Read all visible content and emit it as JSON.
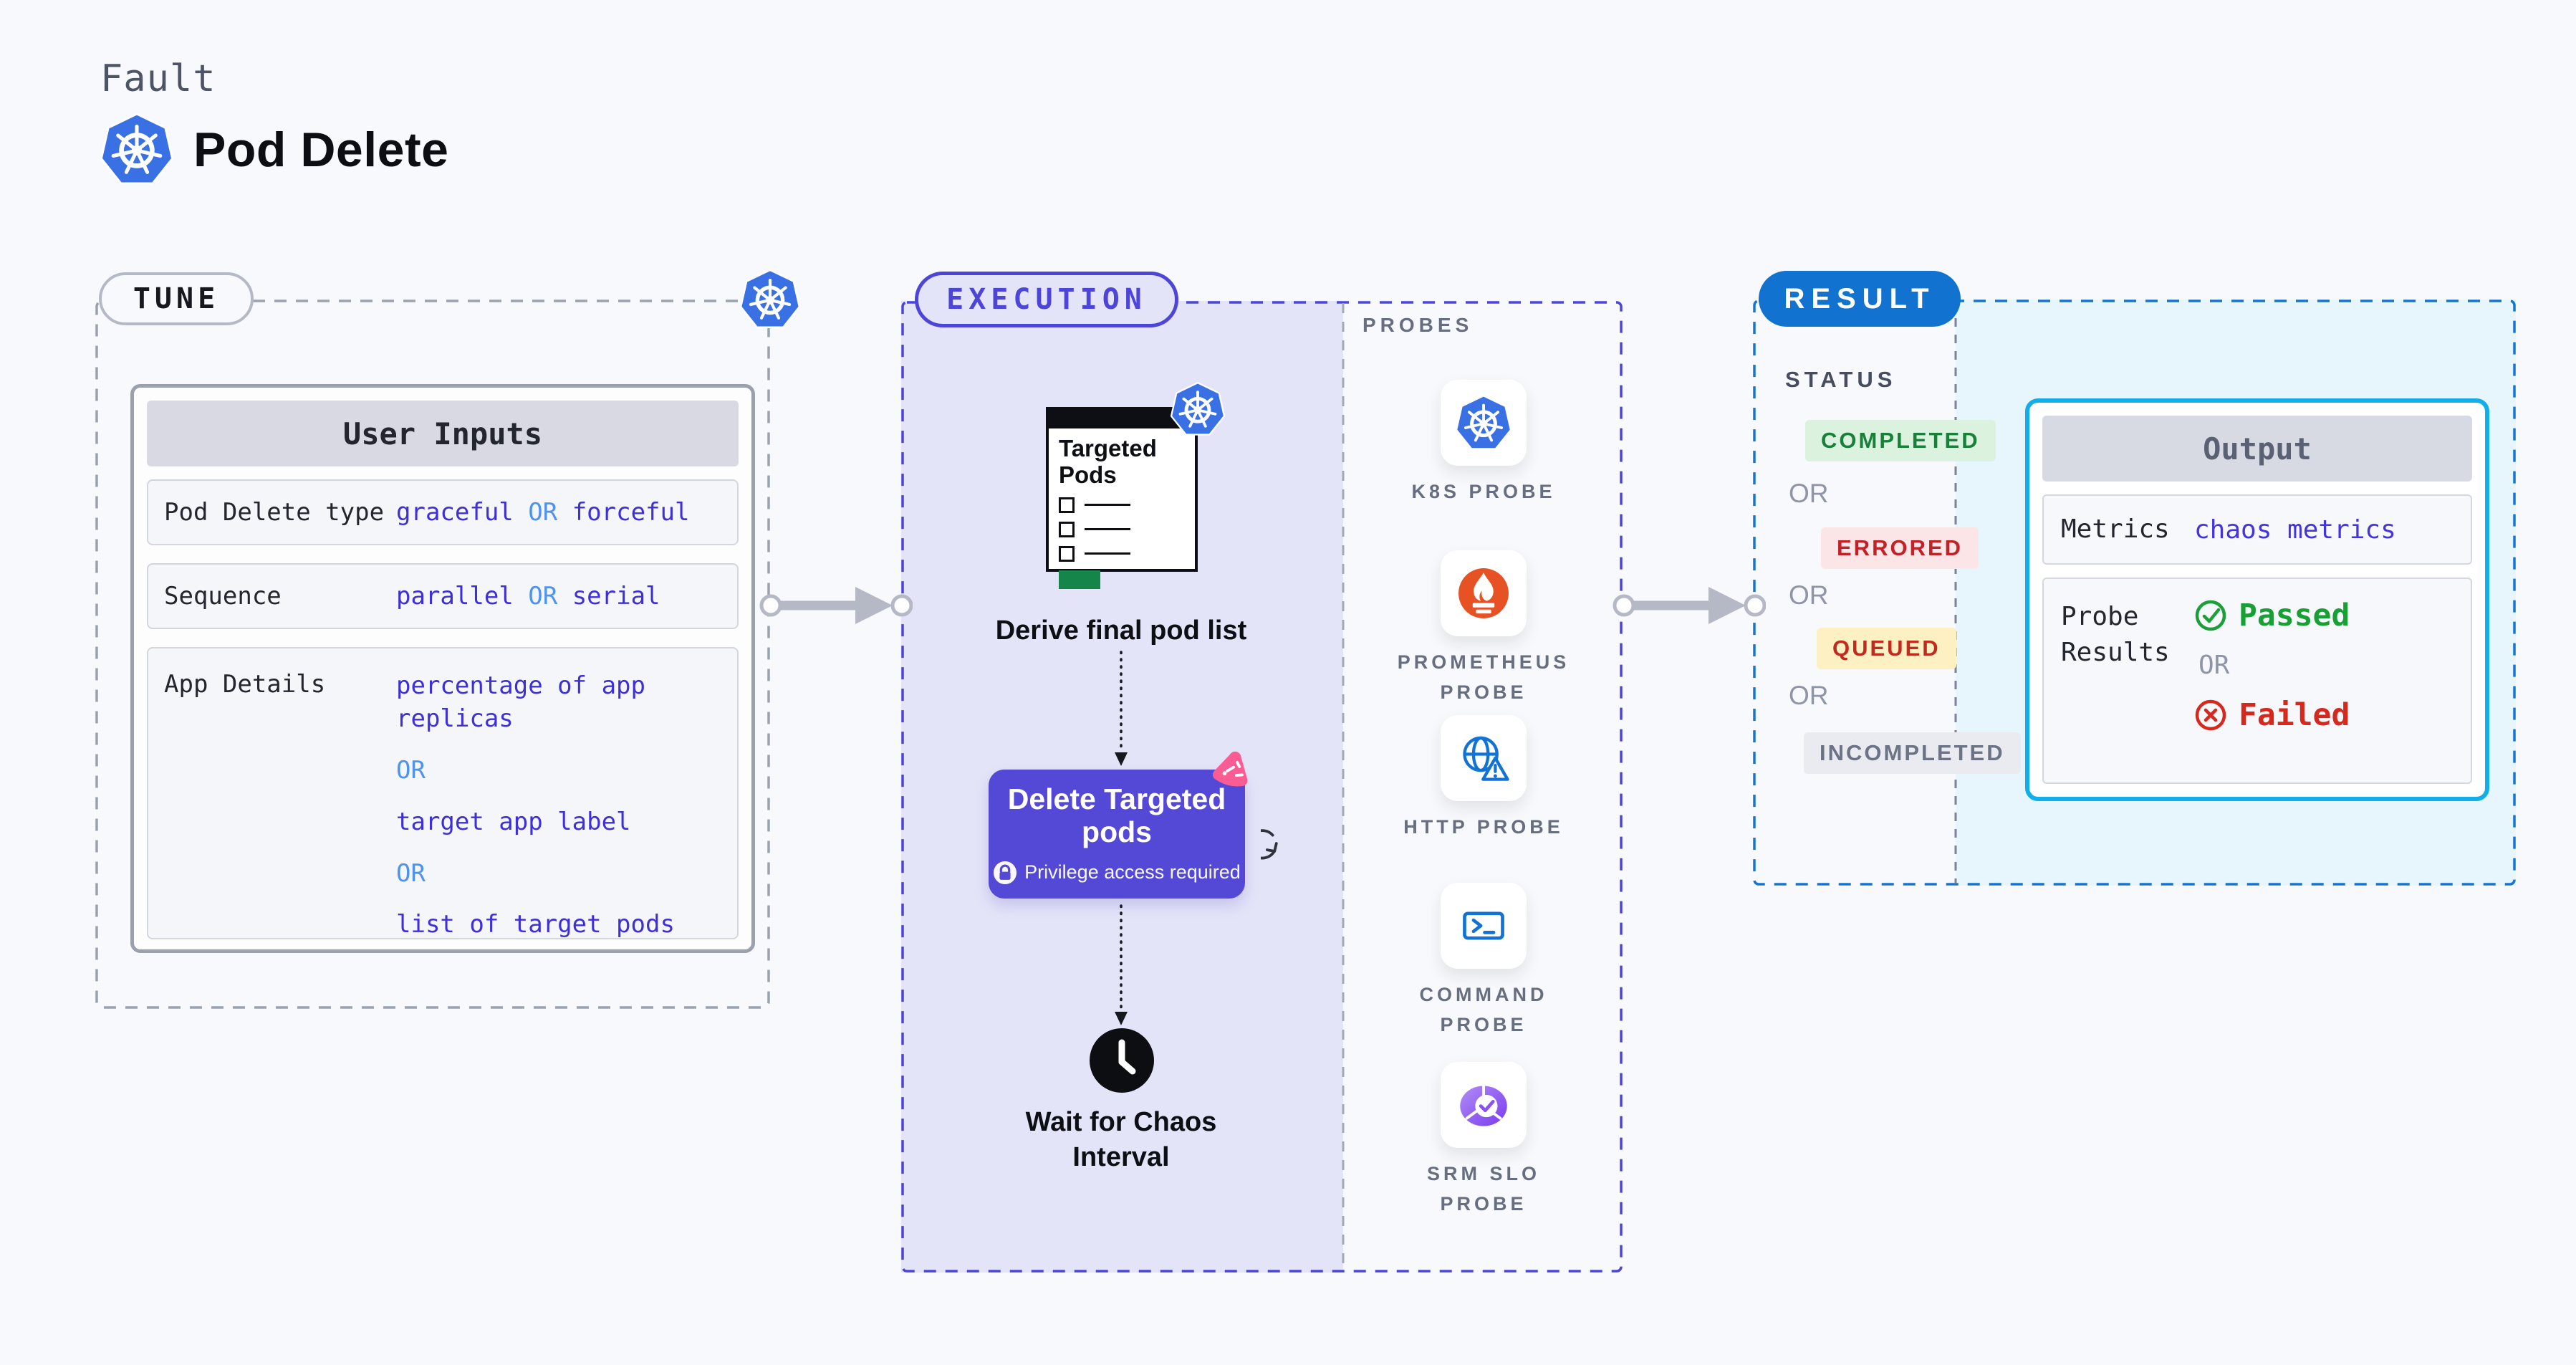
{
  "header": {
    "eyebrow": "Fault",
    "title": "Pod Delete"
  },
  "tune": {
    "badge": "TUNE",
    "card_title": "User Inputs",
    "rows": [
      {
        "label": "Pod Delete type",
        "value_a": "graceful",
        "or": "OR",
        "value_b": "forceful"
      },
      {
        "label": "Sequence",
        "value_a": "parallel",
        "or": "OR",
        "value_b": "serial"
      },
      {
        "label": "App Details",
        "lines": [
          "percentage of app replicas",
          "OR",
          "target app label",
          "OR",
          "list of target pods"
        ]
      }
    ]
  },
  "execution": {
    "badge": "EXECUTION",
    "targeted": {
      "title": "Targeted Pods",
      "caption": "Derive final pod list"
    },
    "delete": {
      "title": "Delete Targeted pods",
      "note": "Privilege access required"
    },
    "wait": {
      "caption": "Wait for Chaos Interval"
    },
    "probes": {
      "heading": "PROBES",
      "items": [
        {
          "label": "K8S PROBE",
          "icon": "kubernetes-icon"
        },
        {
          "label": "PROMETHEUS PROBE",
          "icon": "prometheus-icon"
        },
        {
          "label": "HTTP PROBE",
          "icon": "globe-warning-icon"
        },
        {
          "label": "COMMAND PROBE",
          "icon": "terminal-icon"
        },
        {
          "label": "SRM SLO PROBE",
          "icon": "slo-donut-check-icon"
        }
      ]
    }
  },
  "result": {
    "badge": "RESULT",
    "status": {
      "heading": "STATUS",
      "separator": "OR",
      "badges": [
        {
          "label": "COMPLETED",
          "type": "success"
        },
        {
          "label": "ERRORED",
          "type": "error"
        },
        {
          "label": "QUEUED",
          "type": "warning"
        },
        {
          "label": "INCOMPLETED",
          "type": "neutral"
        }
      ]
    },
    "output": {
      "card_title": "Output",
      "metrics_label": "Metrics",
      "metrics_value": "chaos metrics",
      "probe_label": "Probe Results",
      "passed": "Passed",
      "or": "OR",
      "failed": "Failed"
    }
  },
  "colors": {
    "indigo_accent": "#4d44d8",
    "button_indigo": "#5448d6",
    "result_blue": "#1173cf",
    "output_cyan": "#12aee9",
    "lavender_bg": "#e4e4f8",
    "light_blue_bg": "#e7f5fd",
    "value_text": "#3e2fd9",
    "or_text": "#4f93f0",
    "passed_green": "#17a034",
    "failed_red": "#d6281c",
    "queued_bg": "#fdf0c2",
    "completed_bg": "#dbf2df",
    "errored_bg": "#fbe5e6",
    "incompleted_bg": "#e9ebf0",
    "kubernetes_blue": "#3970e4",
    "prometheus_orange": "#e75225",
    "chaos_pink": "#fb5c93",
    "arrow_gray": "#b5b9c6"
  }
}
